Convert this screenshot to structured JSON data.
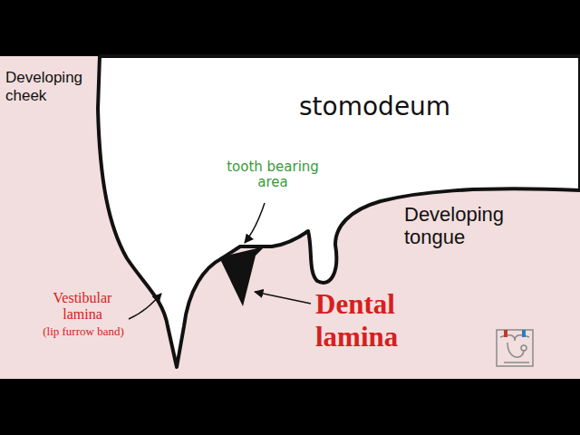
{
  "diagram": {
    "labels": [
      "Developing cheek",
      "stomodeum",
      "tooth bearing area",
      "Developing tongue",
      "Vestibular lamina",
      "(lip furrow band)",
      "Dental lamina"
    ]
  }
}
